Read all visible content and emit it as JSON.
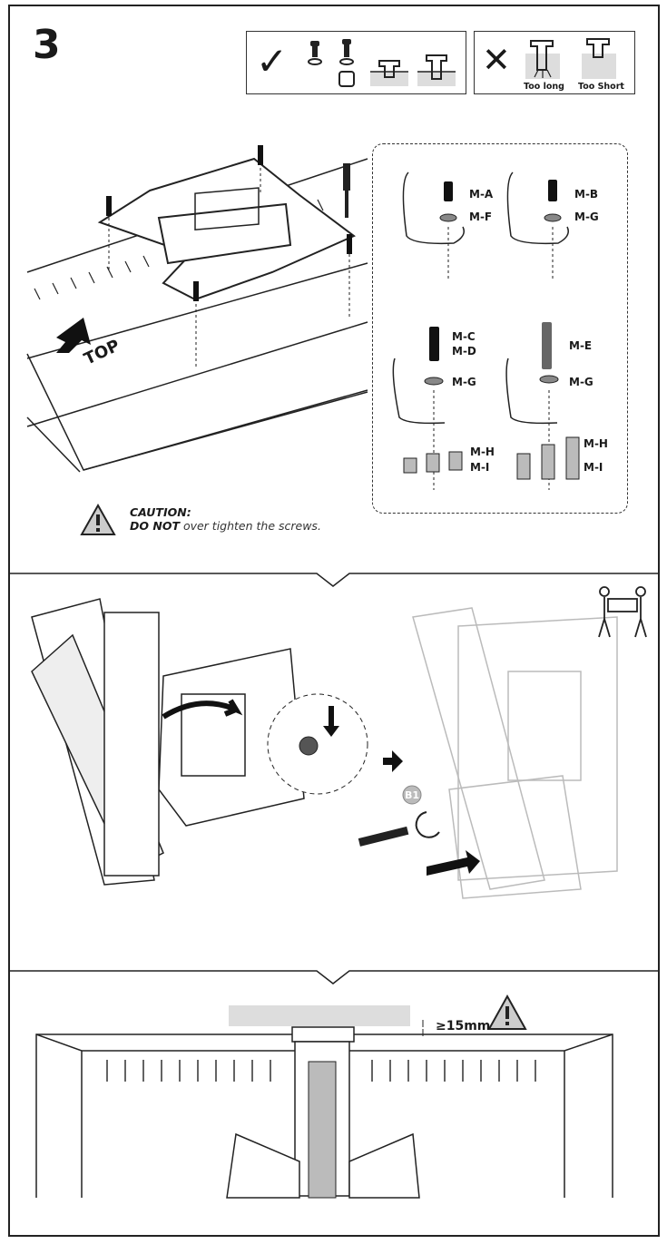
{
  "step": {
    "number": "3"
  },
  "correct_symbol": "✓",
  "incorrect_symbol": "✕",
  "incorrect_labels": {
    "too_long": "Too long",
    "too_short": "Too Short"
  },
  "top_label": "TOP",
  "hardware": {
    "ma": "M-A",
    "mf": "M-F",
    "mb": "M-B",
    "mg1": "M-G",
    "mc": "M-C",
    "md": "M-D",
    "mg2": "M-G",
    "me": "M-E",
    "mg3": "M-G",
    "mh1": "M-H",
    "mi1": "M-I",
    "mh2": "M-H",
    "mi2": "M-I"
  },
  "caution": {
    "title": "CAUTION:",
    "emphasis": "DO NOT",
    "text": " over tighten the screws."
  },
  "callout_b1": "B1",
  "clearance": "≥15mm",
  "icons": [
    "checkmark-icon",
    "cross-icon",
    "screwdriver-icon",
    "warning-icon",
    "two-person-lift-icon",
    "arrow-right-icon",
    "rotate-arrow-icon"
  ]
}
